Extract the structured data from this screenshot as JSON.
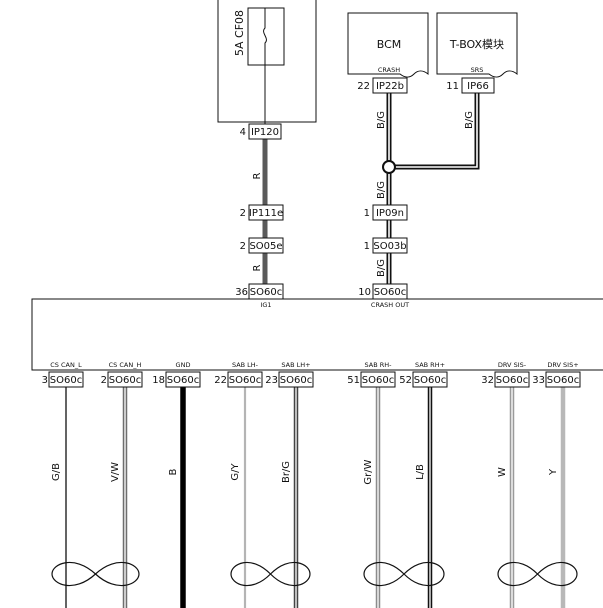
{
  "fuse": {
    "label": "5A CF08"
  },
  "modules": {
    "bcm": "BCM",
    "tbox": "T-BOX模块",
    "bcm_pin_label": "CRASH",
    "tbox_pin_label": "SRS"
  },
  "upper_connectors": {
    "ip120": {
      "pin": "4",
      "name": "IP120"
    },
    "ip111e": {
      "pin": "2",
      "name": "IP111e"
    },
    "so05e": {
      "pin": "2",
      "name": "SO05e"
    },
    "so60c_ig1": {
      "pin": "36",
      "name": "SO60c",
      "signal": "IG1"
    },
    "ip22b": {
      "pin": "22",
      "name": "IP22b"
    },
    "ip66": {
      "pin": "11",
      "name": "IP66"
    },
    "ip09n": {
      "pin": "1",
      "name": "IP09n"
    },
    "so03b": {
      "pin": "1",
      "name": "SO03b"
    },
    "so60c_crash": {
      "pin": "10",
      "name": "SO60c",
      "signal": "CRASH OUT"
    }
  },
  "upper_wires": {
    "r_upper": "R",
    "r_lower": "R",
    "bg_bcm": "B/G",
    "bg_tbox": "B/G",
    "bg_mid": "B/G",
    "bg_low": "B/G"
  },
  "bottom_pins": [
    {
      "signal": "CS CAN_L",
      "pin": "3",
      "name": "SO60c",
      "wire": "G/B"
    },
    {
      "signal": "CS CAN_H",
      "pin": "2",
      "name": "SO60c",
      "wire": "V/W"
    },
    {
      "signal": "GND",
      "pin": "18",
      "name": "SO60c",
      "wire": "B"
    },
    {
      "signal": "SAB LH-",
      "pin": "22",
      "name": "SO60c",
      "wire": "G/Y"
    },
    {
      "signal": "SAB LH+",
      "pin": "23",
      "name": "SO60c",
      "wire": "Br/G"
    },
    {
      "signal": "SAB RH-",
      "pin": "51",
      "name": "SO60c",
      "wire": "Gr/W"
    },
    {
      "signal": "SAB RH+",
      "pin": "52",
      "name": "SO60c",
      "wire": "L/B"
    },
    {
      "signal": "DRV SIS-",
      "pin": "32",
      "name": "SO60c",
      "wire": "W"
    },
    {
      "signal": "DRV SIS+",
      "pin": "33",
      "name": "SO60c",
      "wire": "Y"
    }
  ]
}
